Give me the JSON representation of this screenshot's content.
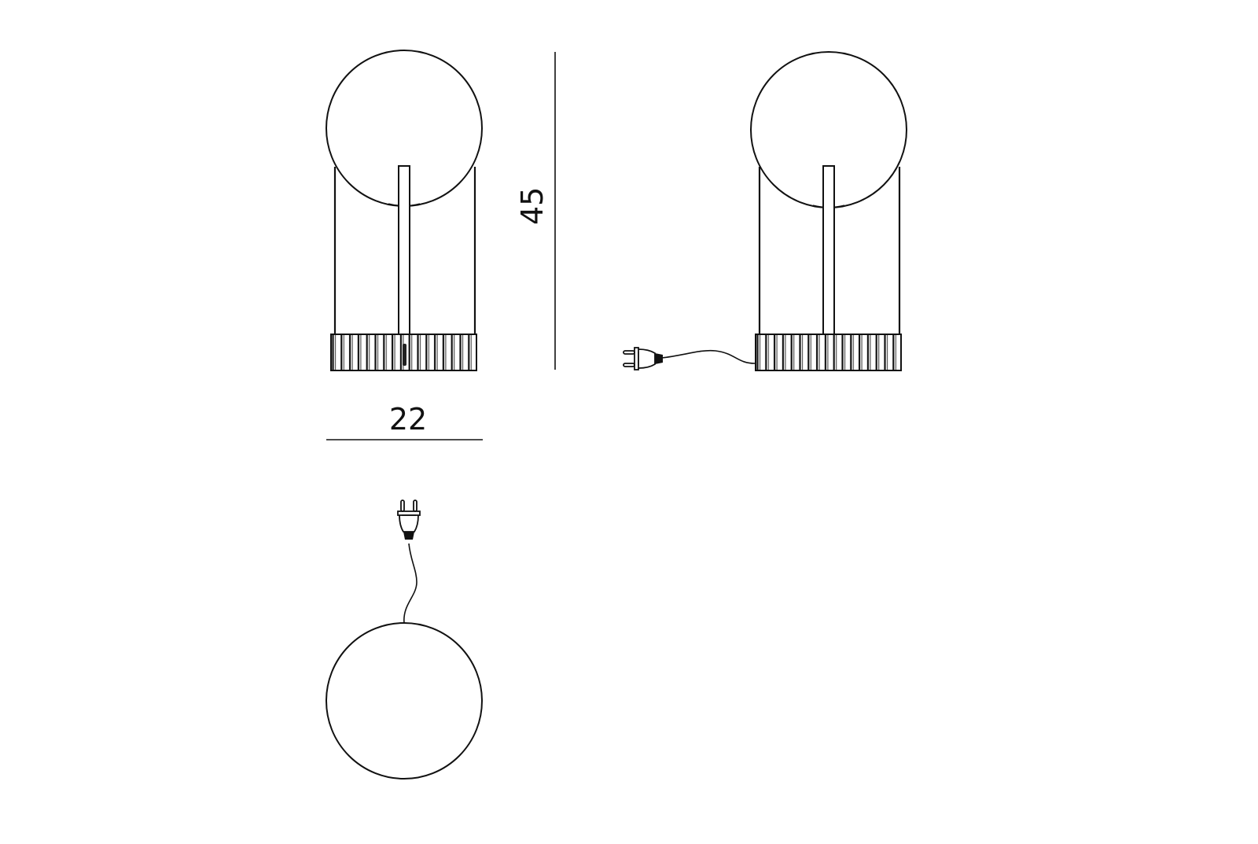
{
  "diagram": {
    "type": "technical-drawing",
    "subject": "table lamp with spherical shade, two-post frame and fluted base",
    "views": [
      {
        "name": "front-view"
      },
      {
        "name": "side-view-with-cord"
      },
      {
        "name": "top-view-with-cord"
      }
    ],
    "dimensions": {
      "height": {
        "value": "45"
      },
      "width": {
        "value": "22"
      }
    },
    "colors": {
      "background": "#ffffff",
      "line": "#111111"
    }
  }
}
